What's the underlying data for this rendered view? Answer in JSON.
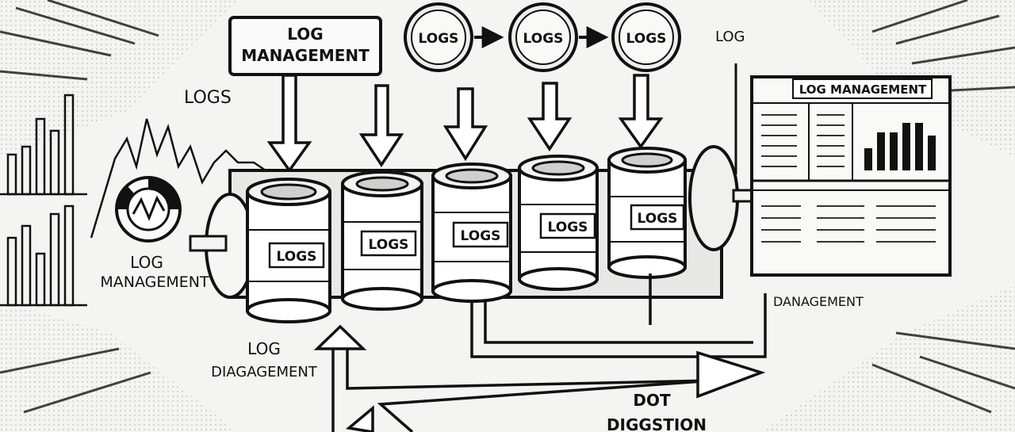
{
  "top_box": {
    "line1": "LOG",
    "line2": "MANAGEMENT"
  },
  "top_circles": [
    "LOGS",
    "LOGS",
    "LOGS"
  ],
  "label_log_top_right": "LOG",
  "label_logs_left": "LOGS",
  "label_left_mgmt": {
    "line1": "LOG",
    "line2": "MANAGEMENT"
  },
  "label_bottom_left": {
    "line1": "LOG",
    "line2": "DIAGAGEMENT"
  },
  "label_bottom_right": "DANAGEMENT",
  "label_bottom_center": {
    "line1": "DOT",
    "line2": "DIGGSTION"
  },
  "drums": [
    "LOGS",
    "LOGS",
    "LOGS",
    "LOGS",
    "LOGS"
  ],
  "dashboard": {
    "title": "LOG MANAGEMENT",
    "bar_levels": [
      0.35,
      0.6,
      0.6,
      0.75,
      0.75,
      0.55
    ]
  },
  "colors": {
    "ink": "#111111",
    "paper": "#f4f4f2",
    "fill": "#e8e8e6",
    "panel": "#f9f9f7"
  }
}
